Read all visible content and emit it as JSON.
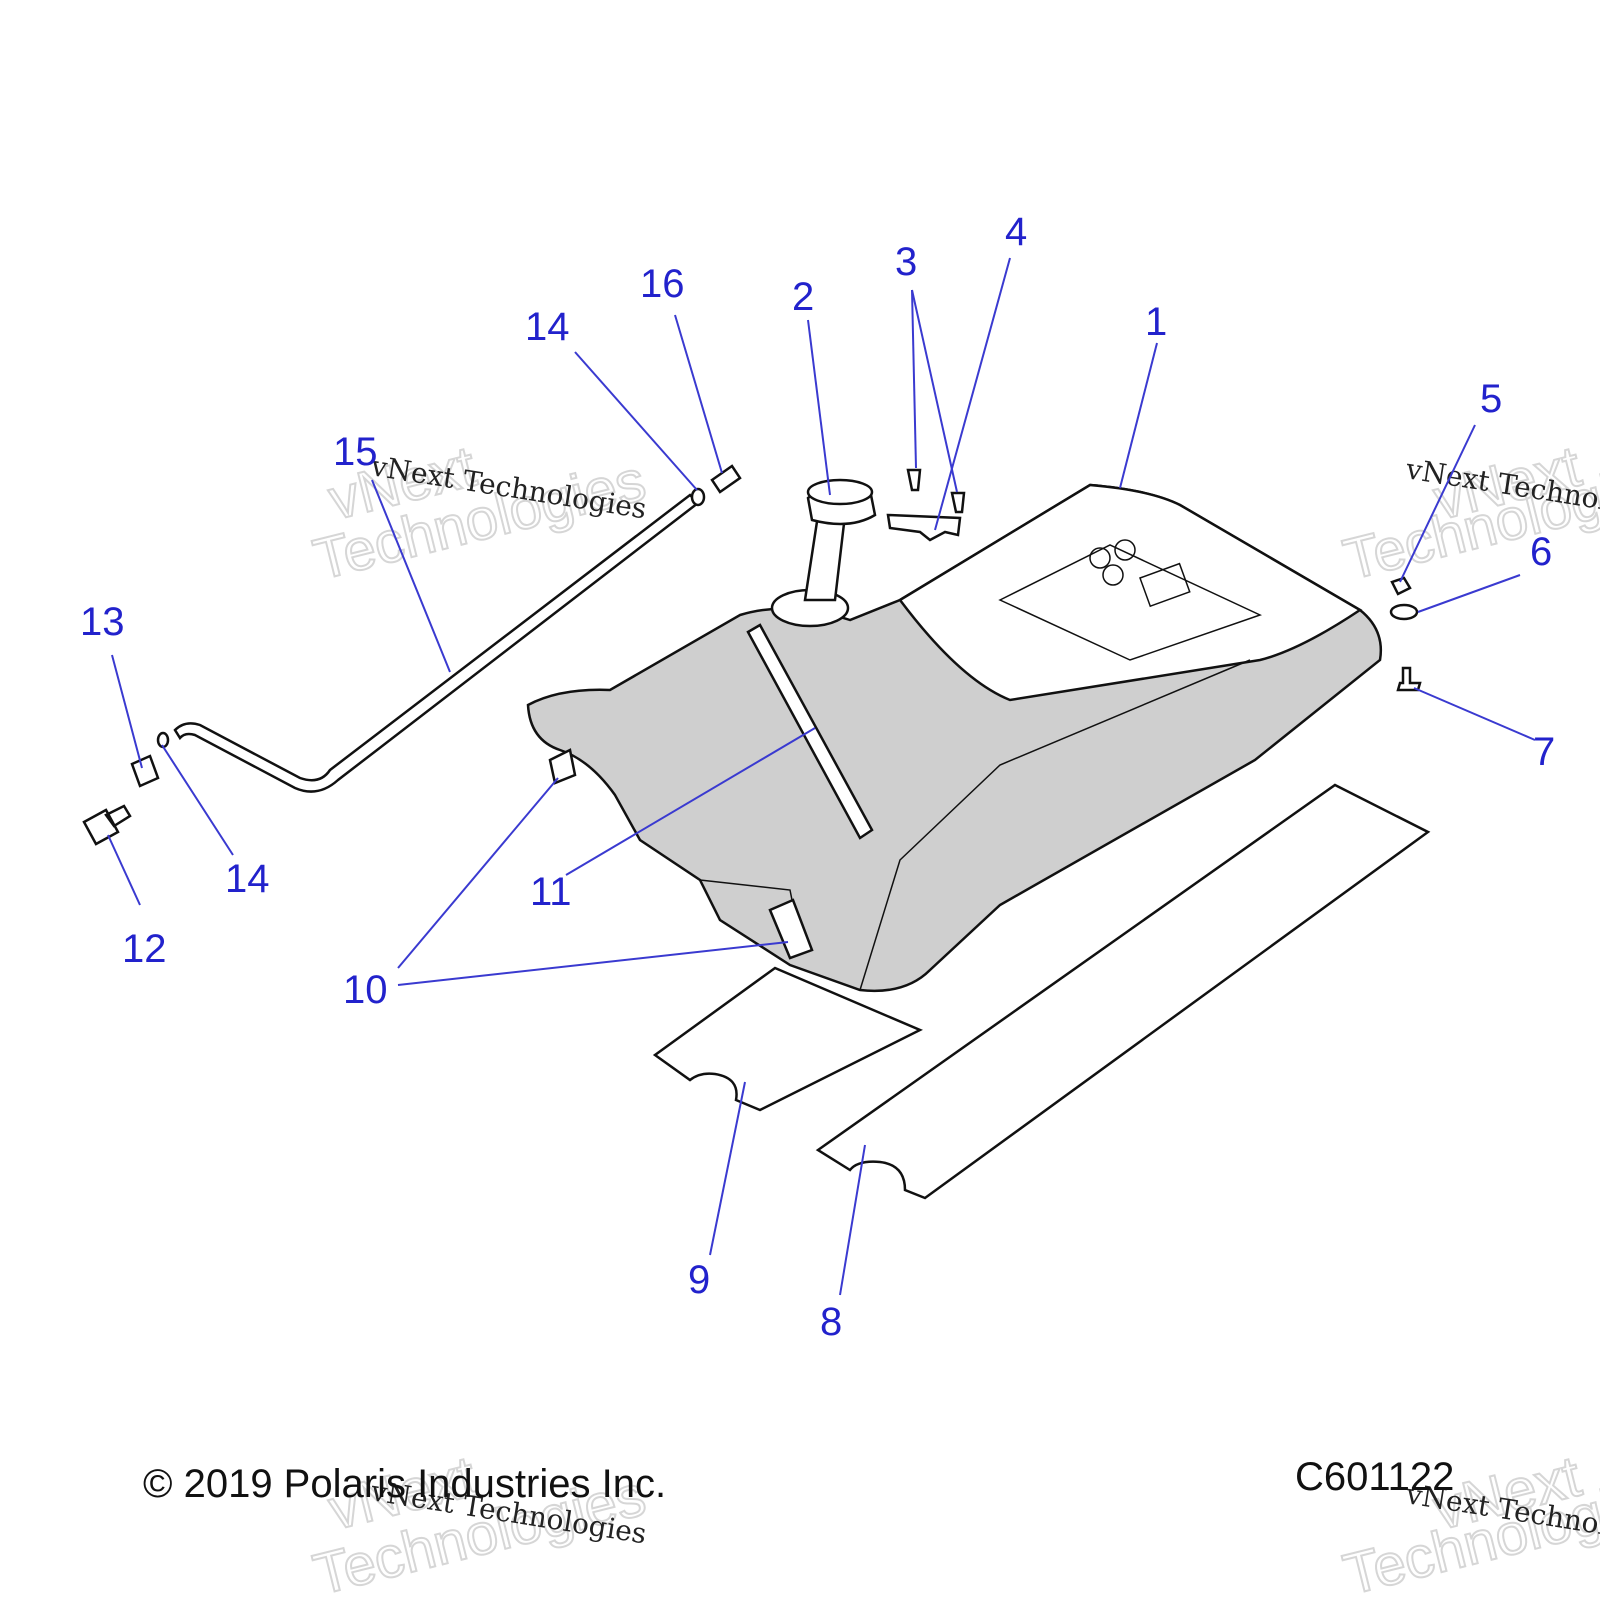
{
  "callouts": {
    "c1": "1",
    "c2": "2",
    "c3": "3",
    "c4": "4",
    "c5": "5",
    "c6": "6",
    "c7": "7",
    "c8": "8",
    "c9": "9",
    "c10": "10",
    "c11": "11",
    "c12": "12",
    "c13": "13",
    "c14a": "14",
    "c14b": "14",
    "c15": "15",
    "c16": "16"
  },
  "watermark": {
    "brand": "vNext Technologies",
    "line1": "vNext",
    "line2": "Technologies"
  },
  "footer": {
    "copyright": "© 2019 Polaris Industries Inc.",
    "drawing_id": "C601122"
  },
  "colors": {
    "callout": "#2222cc",
    "tank_shade": "#cfcfcf"
  }
}
